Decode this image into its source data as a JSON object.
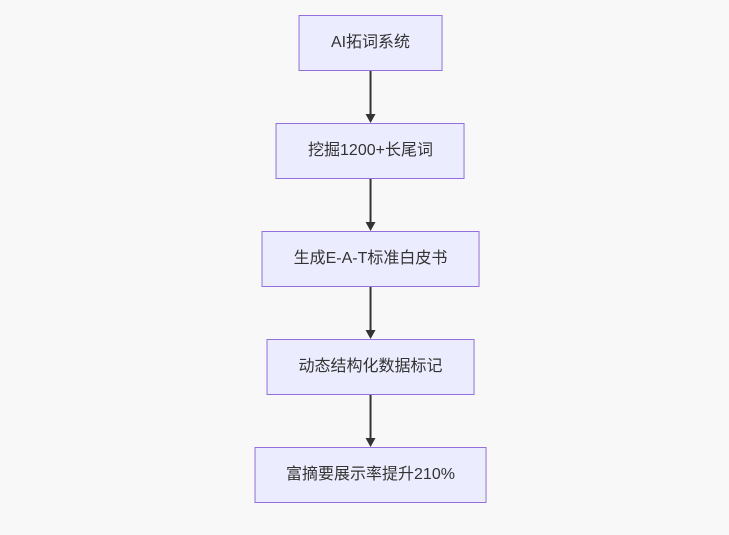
{
  "flowchart": {
    "type": "flowchart",
    "direction": "top-down",
    "background_color": "#f8f8f8",
    "node_fill_color": "#ECECFF",
    "node_border_color": "#9370DB",
    "text_color": "#333333",
    "arrow_color": "#333333",
    "nodes": [
      {
        "label": "AI拓词系统"
      },
      {
        "label": "挖掘1200+长尾词"
      },
      {
        "label": "生成E-A-T标准白皮书"
      },
      {
        "label": "动态结构化数据标记"
      },
      {
        "label": "富摘要展示率提升210%"
      }
    ],
    "edges": [
      {
        "from": 0,
        "to": 1
      },
      {
        "from": 1,
        "to": 2
      },
      {
        "from": 2,
        "to": 3
      },
      {
        "from": 3,
        "to": 4
      }
    ]
  }
}
